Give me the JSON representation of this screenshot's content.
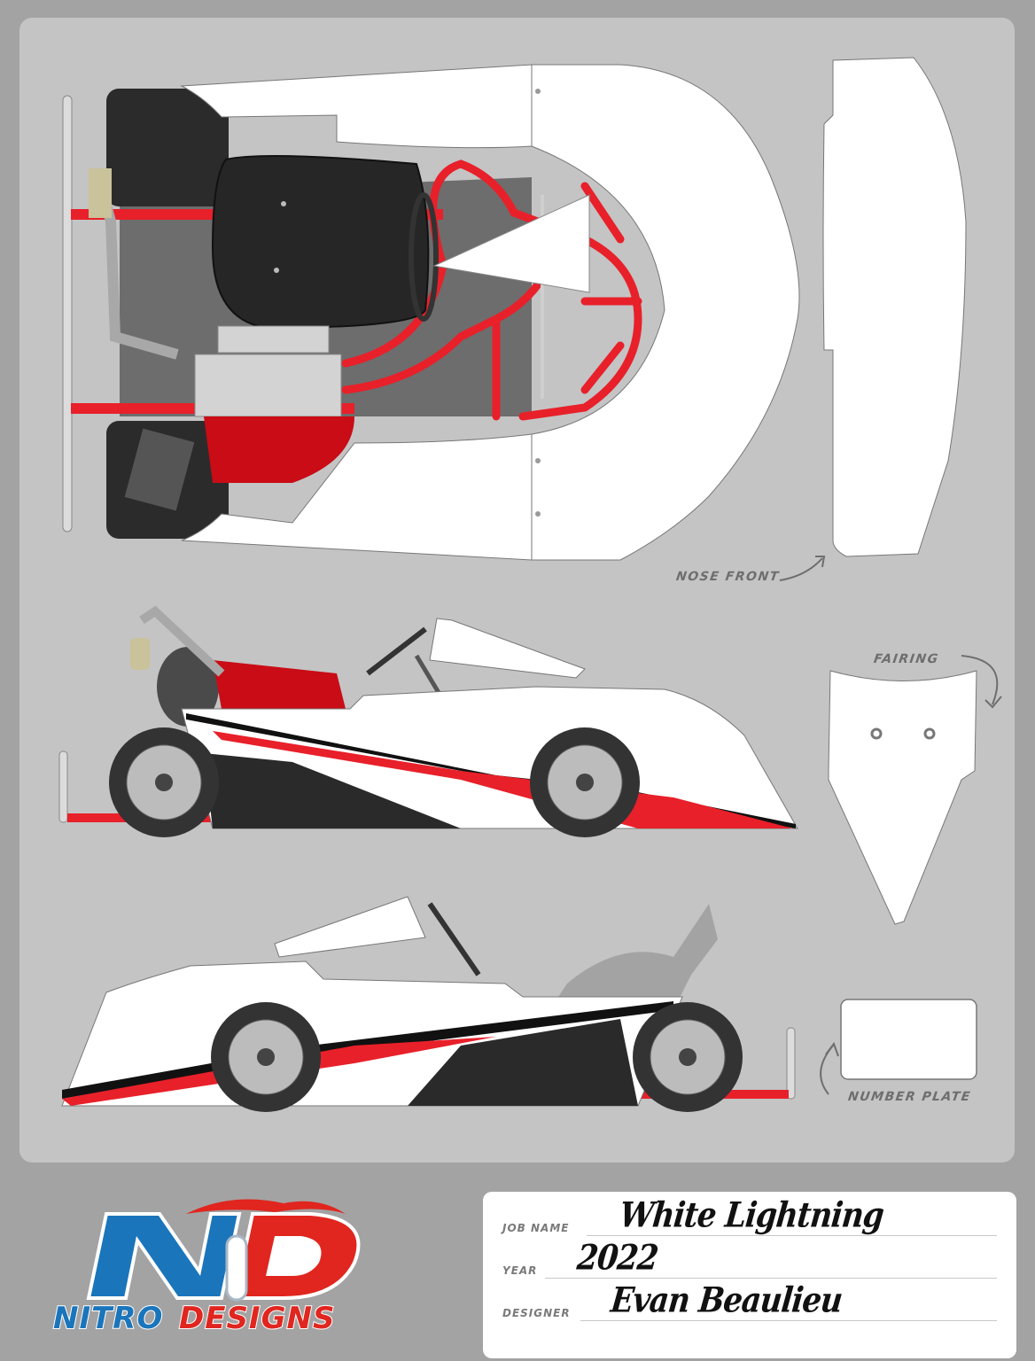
{
  "template": {
    "views": [
      "top-view",
      "left-side-view",
      "right-side-view"
    ],
    "part_labels": {
      "nose_front": "NOSE FRONT",
      "fairing": "FAIRING",
      "number_plate": "NUMBER PLATE"
    }
  },
  "colors": {
    "outer_border": "#a3a3a3",
    "panel": "#c4c4c4",
    "body_white": "#ffffff",
    "chassis_red": "#e8202a",
    "tire_black": "#2b2b2b",
    "label_gray": "#6e6e6e",
    "logo_blue": "#1a75bb",
    "logo_red": "#e0261f"
  },
  "logo": {
    "monogram_left": "N",
    "monogram_right": "D",
    "word_left": "NITRO",
    "word_right": "DESIGNS"
  },
  "info": {
    "job_name_label": "JOB NAME",
    "job_name": "White Lightning",
    "year_label": "YEAR",
    "year": "2022",
    "designer_label": "DESIGNER",
    "designer": "Evan Beaulieu"
  }
}
